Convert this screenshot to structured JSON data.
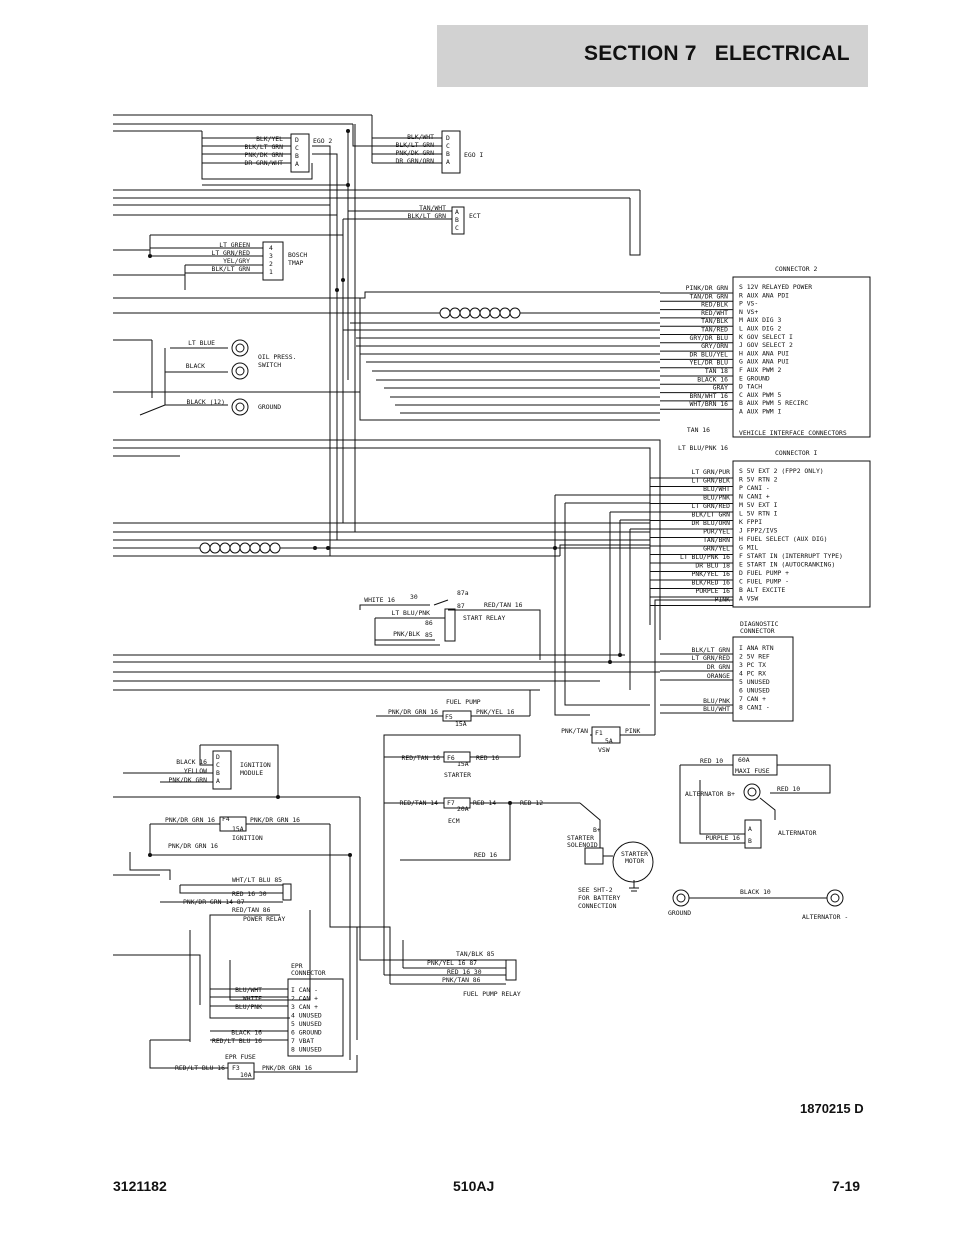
{
  "header": {
    "section": "SECTION 7",
    "title": "ELECTRICAL"
  },
  "drawing_number": "1870215 D",
  "footer": {
    "manual": "3121182",
    "model": "510AJ",
    "page": "7-19"
  },
  "ego2": {
    "name": "EGO 2",
    "pins": [
      "D",
      "C",
      "B",
      "A"
    ],
    "wires": [
      "BLK/YEL",
      "BLK/LT GRN",
      "PNK/DK GRN",
      "DR GRN/WHT"
    ]
  },
  "ego1": {
    "name": "EGO I",
    "pins": [
      "D",
      "C",
      "B",
      "A"
    ],
    "wires": [
      "BLK/WHT",
      "BLK/LT GRN",
      "PNK/DK GRN",
      "DR GRN/ORN"
    ]
  },
  "ect": {
    "name": "ECT",
    "pins": [
      "A",
      "B",
      "C"
    ],
    "wires": [
      "TAN/WHT",
      "BLK/LT GRN"
    ]
  },
  "tmap": {
    "name": [
      "BOSCH",
      "TMAP"
    ],
    "pins": [
      "4",
      "3",
      "2",
      "1"
    ],
    "wires": [
      "LT GREEN",
      "LT GRN/RED",
      "YEL/GRY",
      "BLK/LT GRN"
    ]
  },
  "oil": {
    "wire": "LT BLUE",
    "name": [
      "OIL PRESS.",
      "SWITCH"
    ]
  },
  "oil_black": "BLACK",
  "ground1": {
    "wire": "BLACK (12)",
    "name": "GROUND"
  },
  "connector2": {
    "title": "CONNECTOR 2",
    "wires": [
      "PINK/DR GRN",
      "TAN/DR GRN",
      "RED/BLK",
      "RED/WHT",
      "TAN/BLK",
      "TAN/RED",
      "GRY/DR BLU",
      "GRY/ORN",
      "DR BLU/YEL",
      "YEL/DR BLU",
      "TAN 18",
      "BLACK 16",
      "GRAY",
      "BRN/WHT 16",
      "WHT/BRN 16"
    ],
    "pins": [
      "S 12V RELAYED POWER",
      "R AUX ANA PDI",
      "P VS-",
      "N VS+",
      "M AUX DIG 3",
      "L AUX DIG 2",
      "K GOV SELECT I",
      "J GOV SELECT 2",
      "H AUX ANA PUI",
      "G AUX ANA PUI",
      "F AUX PWM 2",
      "E GROUND",
      "D TACH",
      "C AUX PWM 5",
      "B AUX PWM 5 RECIRC",
      "A AUX PWM I"
    ],
    "extra_wire": "TAN 16",
    "caption": "VEHICLE INTERFACE CONNECTORS"
  },
  "connector1": {
    "title": "CONNECTOR I",
    "top_wire": "LT BLU/PNK 16",
    "wires": [
      "LT GRN/PUR",
      "LT GRN/BLK",
      "BLU/WHT",
      "BLU/PNK",
      "LT GRN/RED",
      "BLK/LT GRN",
      "DR BLU/ORN",
      "PUR/YEL",
      "TAN/BRN",
      "GRN/YEL",
      "LT BLU/PNK 16",
      "DR BLU 18",
      "PNK/YEL 16",
      "BLK/RED 16",
      "PURPLE 16",
      "PINK"
    ],
    "pins": [
      "S 5V EXT 2 (FPP2 ONLY)",
      "R 5V RTN 2",
      "P CANI -",
      "N CANI +",
      "M 5V EXT I",
      "L 5V RTN I",
      "K FPPI",
      "J FPP2/IVS",
      "H FUEL SELECT (AUX DIG)",
      "G MIL",
      "F START IN (INTERRUPT TYPE)",
      "E START IN (AUTOCRANKING)",
      "D FUEL PUMP +",
      "C FUEL PUMP -",
      "B ALT EXCITE",
      "A VSW"
    ]
  },
  "start_relay": {
    "name": "START RELAY",
    "wires": [
      "WHITE 16",
      "LT BLU/PNK",
      "PNK/BLK"
    ],
    "pins": [
      "30",
      "87a",
      "87",
      "86",
      "85"
    ],
    "out_wire": "RED/TAN 16"
  },
  "diagnostic": {
    "title": [
      "DIAGNOSTIC",
      "CONNECTOR"
    ],
    "wires": [
      "BLK/LT GRN",
      "LT GRN/RED",
      "DR GRN",
      "ORANGE",
      "BLU/PNK",
      "BLU/WHT"
    ],
    "pins": [
      "I ANA RTN",
      "2 5V REF",
      "3 PC TX",
      "4 PC RX",
      "5 UNUSED",
      "6 UNUSED",
      "7 CAN +",
      "8 CANI -"
    ]
  },
  "fuel_pump_fuse": {
    "title": "FUEL PUMP",
    "fuse": "F5",
    "rating": "15A",
    "wire_in": "PNK/DR GRN 16",
    "wire_out": "PNK/YEL 16"
  },
  "vsw_fuse": {
    "fuse": "F1",
    "rating": "5A",
    "title": "VSW",
    "wire_in": "PNK/TAN",
    "wire_out": "PINK"
  },
  "ignition_module": {
    "name": [
      "IGNITION",
      "MODULE"
    ],
    "pins": [
      "D",
      "C",
      "B",
      "A"
    ],
    "wires": [
      "BLACK 16",
      "YELLOW",
      "PNK/DK GRN"
    ]
  },
  "starter_fuse": {
    "fuse": "F6",
    "rating": "15A",
    "title": "STARTER",
    "wire_in": "RED/TAN 16",
    "wire_out": "RED 16"
  },
  "ecm_fuse": {
    "fuse": "F7",
    "rating": "20A",
    "title": "ECM",
    "wire_in": "RED/TAN 14",
    "wire_out": "RED 14",
    "wire_out2": "RED 12"
  },
  "ignition_fuse": {
    "fuse": "F4",
    "rating": "15A",
    "title": "IGNITION",
    "wire_in": "PNK/DR GRN 16",
    "wire_out": "PNK/DR GRN 16",
    "wire_down": "PNK/DR GRN 16"
  },
  "maxi_fuse": {
    "rating": "60A",
    "name": "MAXI FUSE",
    "wire": "RED 10"
  },
  "alternator_b": {
    "label": "ALTERNATOR B+",
    "wire": "RED 10"
  },
  "alternator": {
    "name": "ALTERNATOR",
    "pins": [
      "A",
      "B"
    ],
    "wire": "PURPLE 16"
  },
  "starter": {
    "solenoid": [
      "B+",
      "STARTER",
      "SOLENOID"
    ],
    "motor": [
      "STARTER",
      "MOTOR"
    ],
    "wire": "RED 16",
    "note": [
      "SEE SHT-2",
      "FOR BATTERY",
      "CONNECTION"
    ]
  },
  "ground2": {
    "left": "GROUND",
    "wire": "BLACK 10",
    "right": "ALTERNATOR -"
  },
  "power_relay": {
    "name": "POWER RELAY",
    "wires": [
      "WHT/LT BLU 85",
      "RED 16    30",
      "PNK/DR GRN 14 87",
      "RED/TAN 86"
    ]
  },
  "fuel_pump_relay": {
    "name": "FUEL PUMP RELAY",
    "wires": [
      "TAN/BLK 85",
      "PNK/YEL 16 87",
      "RED 16 30",
      "PNK/TAN 86"
    ]
  },
  "epr": {
    "title": [
      "EPR",
      "CONNECTOR"
    ],
    "wires": [
      "BLU/WHT",
      "WHITE",
      "BLU/PNK",
      "",
      "",
      "BLACK 16",
      "RED/LT BLU 16"
    ],
    "pins": [
      "I CAN -",
      "2 CAN +",
      "3 CAN +",
      "4 UNUSED",
      "5 UNUSED",
      "6 GROUND",
      "7 VBAT",
      "8 UNUSED"
    ]
  },
  "epr_fuse": {
    "title": "EPR FUSE",
    "fuse": "F3",
    "rating": "10A",
    "wire_in": "RED/LT BLU 16",
    "wire_out": "PNK/DR GRN 16"
  }
}
